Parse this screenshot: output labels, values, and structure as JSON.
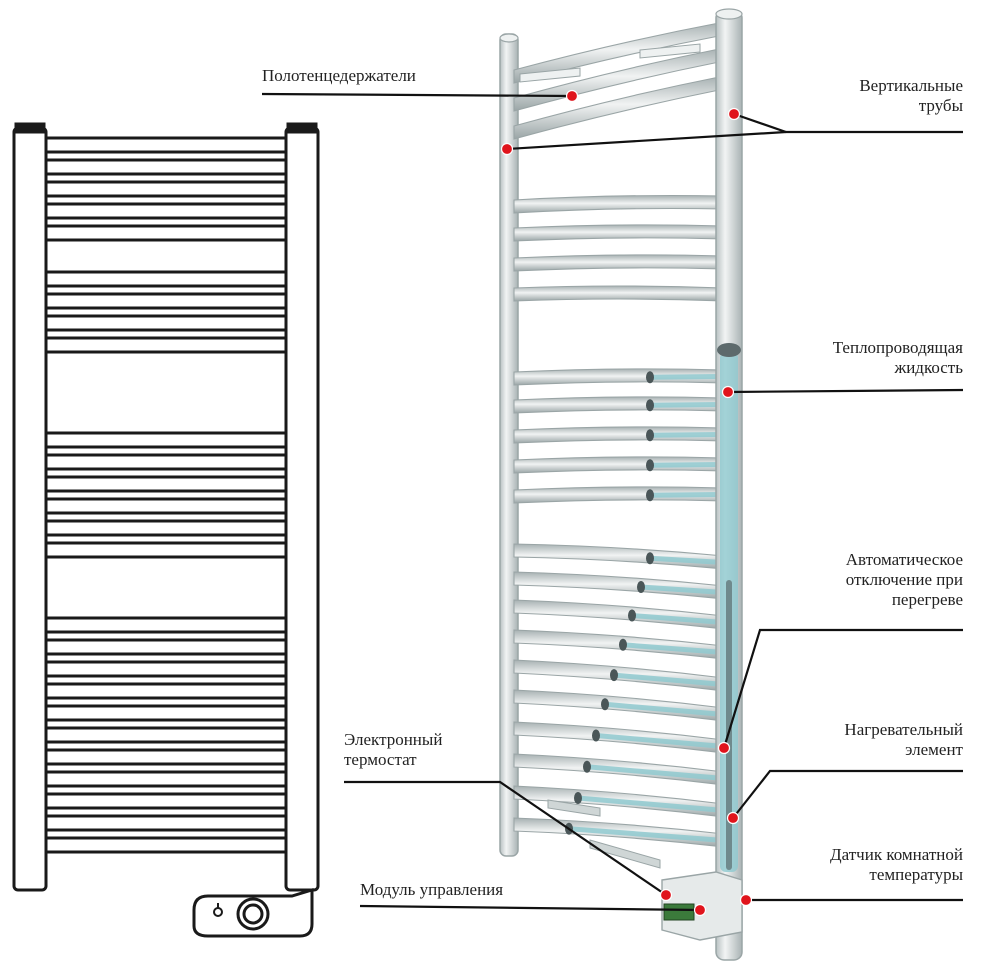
{
  "labels": {
    "towel_holders": "Полотенцедержатели",
    "vertical_pipes": [
      "Вертикальные",
      "трубы"
    ],
    "heat_fluid": [
      "Теплопроводящая",
      "жидкость"
    ],
    "auto_shutoff": [
      "Автоматическое",
      "отключение при",
      "перегреве"
    ],
    "heating_element": [
      "Нагревательный",
      "элемент"
    ],
    "thermostat": [
      "Электронный",
      "термостат"
    ],
    "room_sensor": [
      "Датчик комнатной",
      "температуры"
    ],
    "control_module": "Модуль управления"
  },
  "colors": {
    "outline": "#1a1a1a",
    "metal_light": "#eef1f1",
    "metal_mid": "#cfd6d6",
    "metal_dark": "#9aa5a6",
    "fluid": "#8fc9cf",
    "marker": "#e0141c",
    "leader": "#111111"
  }
}
